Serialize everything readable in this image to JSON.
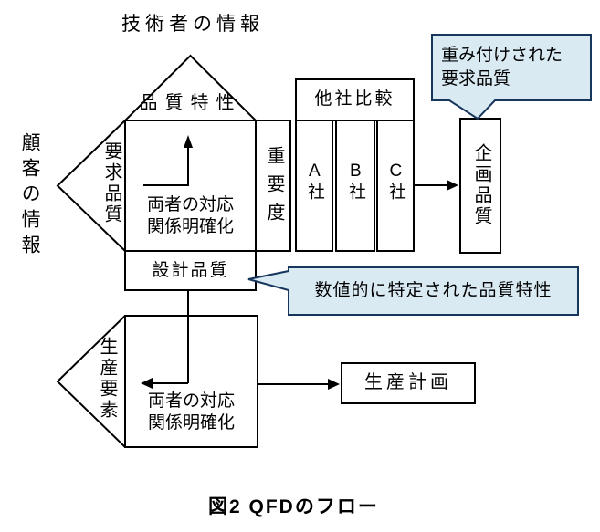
{
  "diagram": {
    "top_label": "技術者の情報",
    "left_label": "顧客の情報",
    "house_of_quality": {
      "roof_label": "品質特性",
      "left_wing_label": "要求品質",
      "matrix_note": "両者の対応\n関係明確化",
      "importance_label": "重要度",
      "comparison_header": "他社比較",
      "companies": [
        "A社",
        "B社",
        "C社"
      ]
    },
    "planned_quality_label": "企画品質",
    "design_quality_label": "設計品質",
    "production_matrix": {
      "wing_label": "生産要素",
      "matrix_note": "両者の対応\n関係明確化",
      "plan_label": "生産計画"
    },
    "callouts": {
      "weighted_required_quality": "重み付けされた\n要求品質",
      "numerically_specified_quality": "数値的に特定された品質特性"
    },
    "caption": "図2  QFDのフロー"
  },
  "colors": {
    "background": "#ffffff",
    "line": "#000000",
    "text": "#000000",
    "callout_fill": "#d9eaf3",
    "callout_border": "#16365c"
  }
}
